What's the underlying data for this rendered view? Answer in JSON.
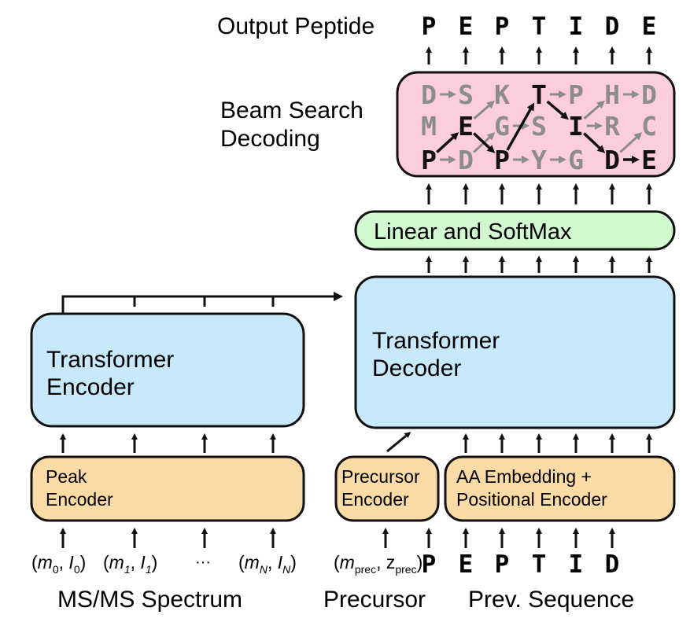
{
  "labels": {
    "output_peptide": "Output Peptide",
    "beam_search_line1": "Beam Search",
    "beam_search_line2": "Decoding",
    "linear_softmax": "Linear and SoftMax",
    "decoder_line1": "Transformer",
    "decoder_line2": "Decoder",
    "encoder_line1": "Transformer",
    "encoder_line2": "Encoder",
    "peak_encoder_line1": "Peak",
    "peak_encoder_line2": "Encoder",
    "precursor_encoder_line1": "Precursor",
    "precursor_encoder_line2": "Encoder",
    "aa_embedding_line1": "AA Embedding +",
    "aa_embedding_line2": "Positional Encoder",
    "ms_spectrum": "MS/MS Spectrum",
    "precursor": "Precursor",
    "prev_sequence": "Prev. Sequence",
    "ellipsis": "···"
  },
  "output_peptide": [
    "P",
    "E",
    "P",
    "T",
    "I",
    "D",
    "E"
  ],
  "prev_sequence": [
    "P",
    "E",
    "P",
    "T",
    "I",
    "D"
  ],
  "spectrum_inputs": [
    {
      "m": "m",
      "m_sub": "0",
      "i": "I",
      "i_sub": "0"
    },
    {
      "m": "m",
      "m_sub": "1",
      "i": "I",
      "i_sub": "1"
    },
    {
      "m": "m",
      "m_sub": "N",
      "i": "I",
      "i_sub": "N"
    }
  ],
  "precursor_input": {
    "m": "m",
    "m_sub": "prec",
    "z": "z",
    "z_sub": "prec"
  },
  "beam": {
    "rows": [
      [
        "D",
        "S",
        "K",
        "T",
        "P",
        "H",
        "D"
      ],
      [
        "M",
        "E",
        "G",
        "S",
        "I",
        "R",
        "C"
      ],
      [
        "P",
        "D",
        "P",
        "Y",
        "G",
        "D",
        "E"
      ]
    ],
    "selected_path": [
      [
        2,
        0
      ],
      [
        1,
        1
      ],
      [
        2,
        2
      ],
      [
        0,
        3
      ],
      [
        1,
        4
      ],
      [
        2,
        5
      ],
      [
        2,
        6
      ]
    ],
    "gray_edges": [
      [
        [
          0,
          0
        ],
        [
          0,
          1
        ]
      ],
      [
        [
          0,
          5
        ],
        [
          0,
          6
        ]
      ],
      [
        [
          0,
          3
        ],
        [
          0,
          4
        ]
      ],
      [
        [
          1,
          1
        ],
        [
          0,
          2
        ]
      ],
      [
        [
          2,
          1
        ],
        [
          1,
          2
        ]
      ],
      [
        [
          1,
          2
        ],
        [
          1,
          3
        ]
      ],
      [
        [
          1,
          4
        ],
        [
          0,
          5
        ]
      ],
      [
        [
          1,
          4
        ],
        [
          1,
          5
        ]
      ],
      [
        [
          2,
          5
        ],
        [
          1,
          6
        ]
      ],
      [
        [
          2,
          0
        ],
        [
          2,
          1
        ]
      ],
      [
        [
          2,
          2
        ],
        [
          2,
          3
        ]
      ],
      [
        [
          2,
          3
        ],
        [
          2,
          4
        ]
      ]
    ]
  },
  "colors": {
    "selected": "#111111",
    "unselected": "#8c8c8c",
    "beam_fill": "#fcccdf",
    "decoder_fill": "#c8e8fb",
    "encoder_input_fill": "#fbdba5",
    "softmax_fill": "#d2f8d0"
  }
}
